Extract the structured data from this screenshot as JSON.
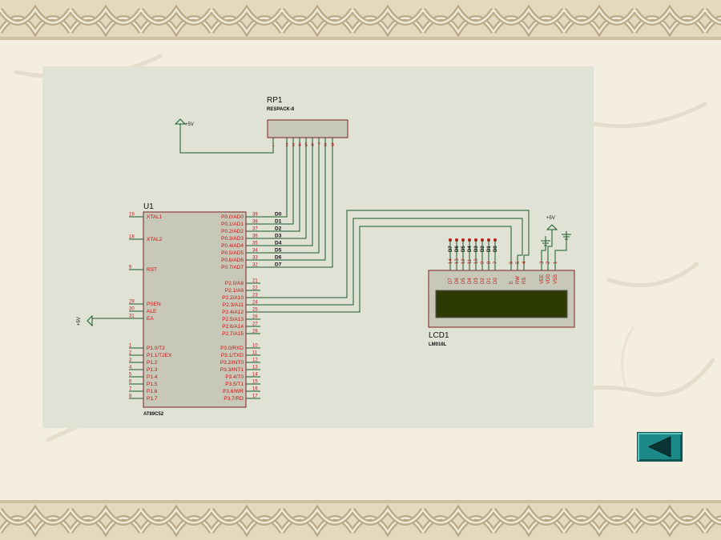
{
  "colors": {
    "wire": "#1a5a2a",
    "pin_text": "#cc1111",
    "label": "#111111",
    "chip_fill": "#c8c8b8",
    "lcd_screen": "#2d3a04",
    "button": "#1c8a88"
  },
  "nav": {
    "icon": "triangle-left-icon"
  },
  "schematic": {
    "u1": {
      "ref": "U1",
      "part": "AT89C52",
      "left_pins": [
        {
          "num": "19",
          "name": "XTAL1"
        },
        {
          "num": "18",
          "name": "XTAL2"
        },
        {
          "num": "9",
          "name": "RST"
        },
        {
          "num": "29",
          "name": "PSEN"
        },
        {
          "num": "30",
          "name": "ALE"
        },
        {
          "num": "31",
          "name": "EA"
        },
        {
          "num": "1",
          "name": "P1.0/T2"
        },
        {
          "num": "2",
          "name": "P1.1/T2EX"
        },
        {
          "num": "3",
          "name": "P1.2"
        },
        {
          "num": "4",
          "name": "P1.3"
        },
        {
          "num": "5",
          "name": "P1.4"
        },
        {
          "num": "6",
          "name": "P1.5"
        },
        {
          "num": "7",
          "name": "P1.6"
        },
        {
          "num": "8",
          "name": "P1.7"
        }
      ],
      "right_pins": [
        {
          "num": "39",
          "name": "P0.0/AD0"
        },
        {
          "num": "38",
          "name": "P0.1/AD1"
        },
        {
          "num": "37",
          "name": "P0.2/AD2"
        },
        {
          "num": "36",
          "name": "P0.3/AD3"
        },
        {
          "num": "35",
          "name": "P0.4/AD4"
        },
        {
          "num": "34",
          "name": "P0.5/AD5"
        },
        {
          "num": "33",
          "name": "P0.6/AD6"
        },
        {
          "num": "32",
          "name": "P0.7/AD7"
        },
        {
          "num": "21",
          "name": "P2.0/A8"
        },
        {
          "num": "22",
          "name": "P2.1/A9"
        },
        {
          "num": "23",
          "name": "P2.2/A10"
        },
        {
          "num": "24",
          "name": "P2.3/A11"
        },
        {
          "num": "25",
          "name": "P2.4/A12"
        },
        {
          "num": "26",
          "name": "P2.5/A13"
        },
        {
          "num": "27",
          "name": "P2.6/A14"
        },
        {
          "num": "28",
          "name": "P2.7/A15"
        },
        {
          "num": "10",
          "name": "P3.0/RXD"
        },
        {
          "num": "11",
          "name": "P3.1/TXD"
        },
        {
          "num": "12",
          "name": "P3.2/INT0"
        },
        {
          "num": "13",
          "name": "P3.3/INT1"
        },
        {
          "num": "14",
          "name": "P3.4/T0"
        },
        {
          "num": "15",
          "name": "P3.5/T1"
        },
        {
          "num": "16",
          "name": "P3.6/WR"
        },
        {
          "num": "17",
          "name": "P3.7/RD"
        }
      ]
    },
    "rp1": {
      "ref": "RP1",
      "part": "RESPACK-8",
      "pins": [
        "1",
        "2",
        "3",
        "4",
        "5",
        "6",
        "7",
        "8",
        "9"
      ]
    },
    "lcd1": {
      "ref": "LCD1",
      "part": "LM016L",
      "pins": [
        {
          "num": "14",
          "name": "D7"
        },
        {
          "num": "13",
          "name": "D6"
        },
        {
          "num": "12",
          "name": "D5"
        },
        {
          "num": "11",
          "name": "D4"
        },
        {
          "num": "10",
          "name": "D3"
        },
        {
          "num": "9",
          "name": "D2"
        },
        {
          "num": "8",
          "name": "D1"
        },
        {
          "num": "7",
          "name": "D0"
        },
        {
          "num": "6",
          "name": "E"
        },
        {
          "num": "5",
          "name": "RW"
        },
        {
          "num": "4",
          "name": "RS"
        },
        {
          "num": "3",
          "name": "VEE"
        },
        {
          "num": "2",
          "name": "VDD"
        },
        {
          "num": "1",
          "name": "VSS"
        }
      ],
      "bus_labels": [
        "D7",
        "D6",
        "D5",
        "D4",
        "D3",
        "D2",
        "D1",
        "D0"
      ]
    },
    "bus_labels": [
      "D0",
      "D1",
      "D2",
      "D3",
      "D4",
      "D5",
      "D6",
      "D7"
    ],
    "power": {
      "rp_supply": "+5V",
      "ea_supply": "+5V",
      "lcd_supply": "+5V"
    }
  }
}
